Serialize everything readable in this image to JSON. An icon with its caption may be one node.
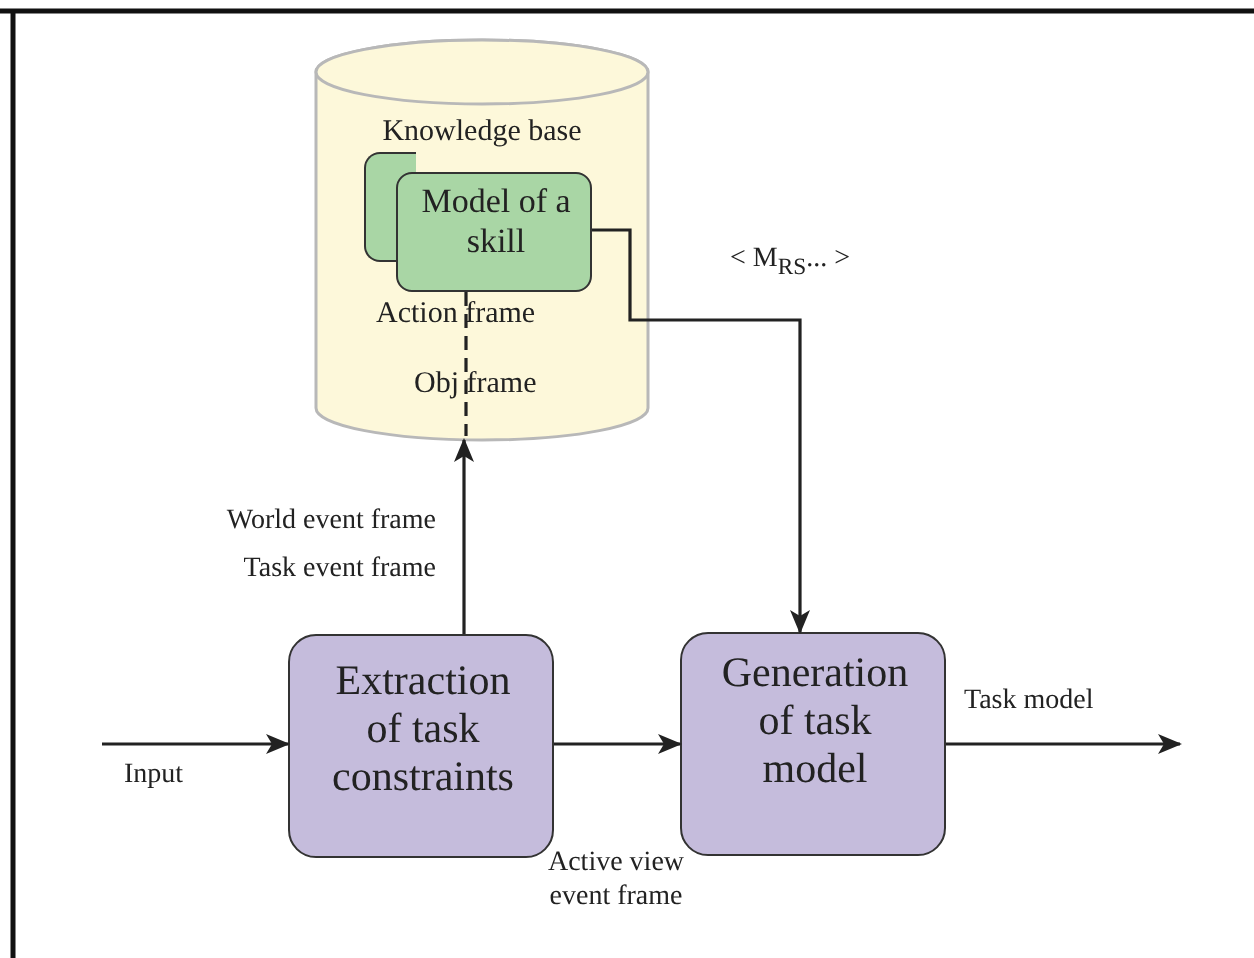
{
  "diagram": {
    "nodes": [
      {
        "text": [
          "Knowledge base",
          "Action frame",
          "Obj frame"
        ]
      },
      {
        "text": [],
        "shape": "box",
        "in": 0
      },
      {
        "text": [
          "Model of a skill"
        ],
        "in": 0
      },
      {
        "text": [
          "Extraction of task constraints"
        ]
      },
      {
        "text": [
          "Generation of task model"
        ]
      }
    ],
    "edges": [
      {
        "from": null,
        "to": 3,
        "arrow": "to",
        "label": "Input"
      },
      {
        "from": 3,
        "to": 0,
        "arrow": "to"
      },
      {
        "from": 3,
        "to": 4,
        "arrow": "to",
        "label": "Active view event frame"
      },
      {
        "from": 4,
        "to": null,
        "arrow": "to",
        "label": "Task model"
      },
      {
        "from": 2,
        "to": 4,
        "arrow": "to",
        "label": "< M$_{RS}$... >"
      },
      {
        "from": 2,
        "to": 0,
        "arrow": "none",
        "style": "dashed"
      }
    ],
    "labels": [
      "World event frame",
      "Task event frame"
    ]
  }
}
